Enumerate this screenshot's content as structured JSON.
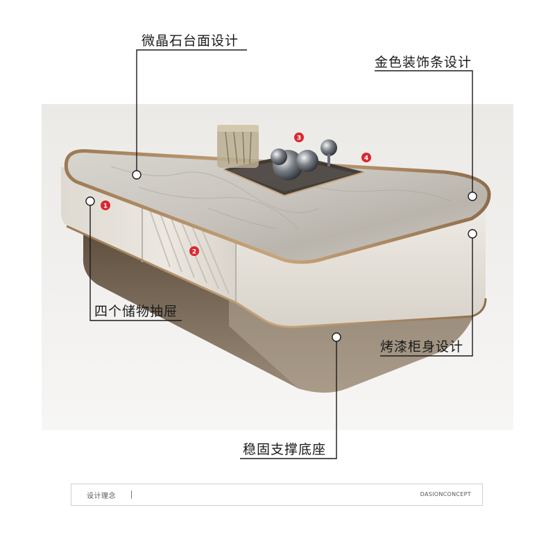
{
  "callouts": {
    "top_surface": "微晶石台面设计",
    "gold_trim": "金色装饰条设计",
    "drawers": "四个储物抽屉",
    "lacquer_body": "烤漆柜身设计",
    "base": "稳固支撑底座"
  },
  "markers": {
    "m1": "1",
    "m2": "2",
    "m3": "3",
    "m4": "4"
  },
  "footer": {
    "left_text": "设计理念",
    "right_text": "DASIONCONCEPT"
  },
  "colors": {
    "marker_red": "#d9282f",
    "gold_trim": "#b08a62",
    "lacquer": "#e6e2da",
    "marble": "#cdcac4",
    "base_shadow": "#3a2e22"
  }
}
